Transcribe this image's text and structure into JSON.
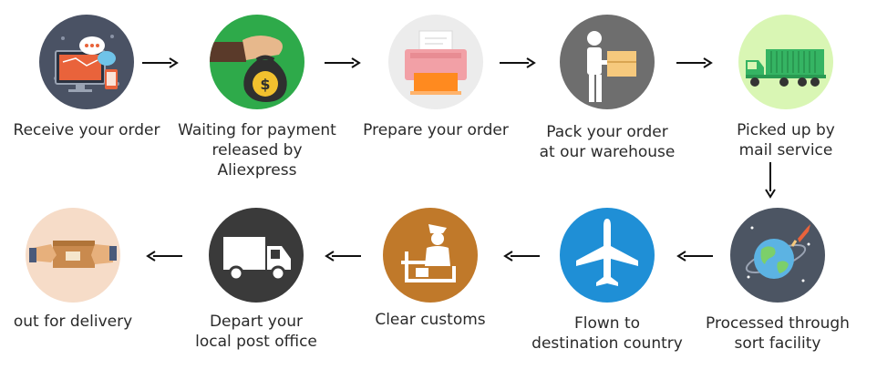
{
  "steps": [
    {
      "label": "Receive your order",
      "icon": "computer-chat-icon",
      "color": "#4a5264"
    },
    {
      "label": "Waiting for payment\nreleased by Aliexpress",
      "icon": "money-bag-hand-icon",
      "color": "#2eaa4a"
    },
    {
      "label": "Prepare your order",
      "icon": "printer-icon",
      "color": "#ececec"
    },
    {
      "label": "Pack your order\nat our warehouse",
      "icon": "person-carrying-box-icon",
      "color": "#6e6e6e"
    },
    {
      "label": "Picked up by\nmail service",
      "icon": "cargo-truck-icon",
      "color": "#d9f6b4"
    },
    {
      "label": "Processed through\nsort facility",
      "icon": "globe-rocket-icon",
      "color": "#4c5563"
    },
    {
      "label": "Flown to\ndestination country",
      "icon": "airplane-icon",
      "color": "#1f8fd6"
    },
    {
      "label": "Clear customs",
      "icon": "customs-officer-icon",
      "color": "#c0792a"
    },
    {
      "label": "Depart your\nlocal post office",
      "icon": "delivery-van-icon",
      "color": "#3a3a3a"
    },
    {
      "label": "out for delivery",
      "icon": "hands-package-icon",
      "color": "#f6dcc8"
    }
  ]
}
